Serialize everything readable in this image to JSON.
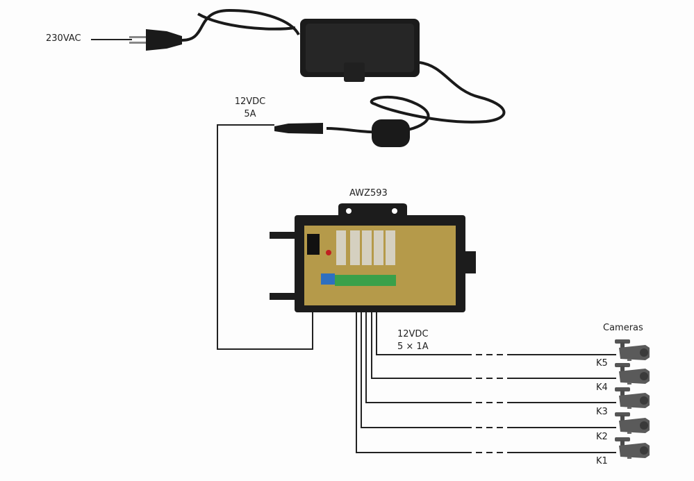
{
  "input_label": "230VAC",
  "psu_output": {
    "line1": "12VDC",
    "line2": "5A"
  },
  "module_label": "AWZ593",
  "outputs_label": {
    "line1": "12VDC",
    "line2": "5 × 1A"
  },
  "cameras_label": "Cameras",
  "channels": [
    "K5",
    "K4",
    "K3",
    "K2",
    "K1"
  ],
  "colors": {
    "line": "#222222",
    "device": "#1a1a1a",
    "pcb": "#b59a4a",
    "camera": "#555555"
  }
}
